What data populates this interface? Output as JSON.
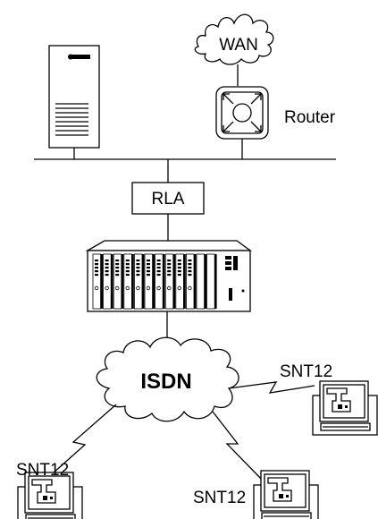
{
  "labels": {
    "wan": "WAN",
    "router": "Router",
    "rla": "RLA",
    "isdn": "ISDN",
    "terminal_right": "SNT12",
    "terminal_left": "SNT12",
    "terminal_bottom": "SNT12"
  },
  "icons": {
    "server": "server-tower-icon",
    "router": "router-icon",
    "rack": "equipment-rack-icon",
    "terminal": "terminal-computer-icon",
    "cloud": "network-cloud-icon",
    "lightning_link": "lightning-link-icon"
  }
}
